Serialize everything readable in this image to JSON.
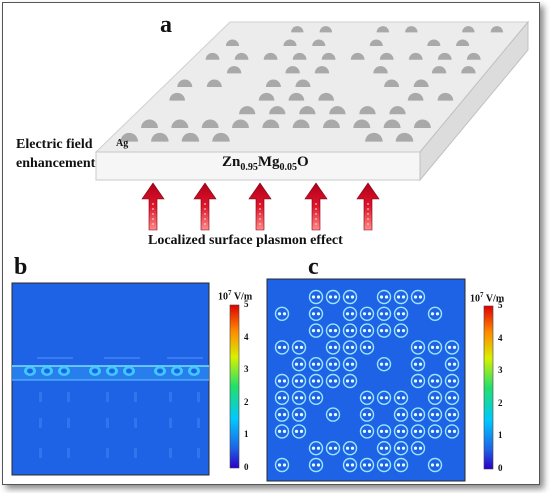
{
  "panel_labels": {
    "a": "a",
    "b": "b",
    "c": "c"
  },
  "panel_a": {
    "left_label_line1": "Electric field",
    "left_label_line2": "enhancement",
    "ag_label": "Ag",
    "substrate_formula": {
      "base1": "Zn",
      "sub1": "0.95",
      "base2": "Mg",
      "sub2": "0.05",
      "base3": "O"
    },
    "bottom_label": "Localized surface plasmon effect",
    "colors": {
      "plate_top": "#ececec",
      "plate_front": "#f5f5f5",
      "particle": "#a9a9a9",
      "arrow": "#e0152a"
    }
  },
  "colorbars": {
    "b": {
      "unit_base": "10",
      "unit_exp": "7",
      "unit_text": " V/m",
      "ticks": [
        "5",
        "4",
        "3",
        "2",
        "1",
        "0"
      ]
    },
    "c": {
      "unit_base": "10",
      "unit_exp": "7",
      "unit_text": " V/m",
      "ticks": [
        "5",
        "4",
        "3",
        "2",
        "1",
        "0"
      ]
    }
  },
  "field_map_colors": {
    "background": "#1e62e6",
    "hot": "#3fd2ff",
    "ring": "#9be7ff"
  }
}
